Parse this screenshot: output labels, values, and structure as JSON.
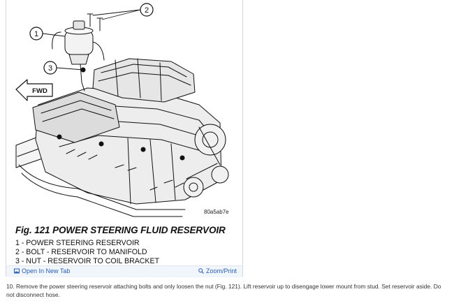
{
  "figure": {
    "code": "80a5ab7e",
    "callouts": [
      "1",
      "2",
      "3"
    ],
    "direction_label": "FWD",
    "title": "Fig. 121 POWER STEERING FLUID RESERVOIR",
    "legend": [
      "1 - POWER STEERING RESERVOIR",
      "2 - BOLT - RESERVOIR TO MANIFOLD",
      "3 - NUT - RESERVOIR TO COIL BRACKET"
    ]
  },
  "footer": {
    "open_tab_label": "Open In New Tab",
    "zoom_label": "Zoom/Print"
  },
  "instruction": "10. Remove the power steering reservoir attaching bolts and only loosen the nut (Fig. 121). Lift reservoir up to disengage lower mount from stud. Set reservoir aside. Do not disconnect hose.",
  "colors": {
    "link": "#2a5db0",
    "footer_bg": "#f1f6fc"
  }
}
